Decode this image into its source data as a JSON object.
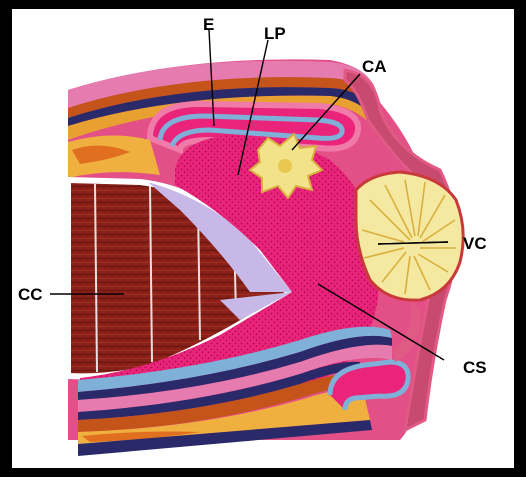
{
  "figure": {
    "labels": {
      "e": "E",
      "lp": "LP",
      "ca": "CA",
      "vc": "VC",
      "cc": "CC",
      "cs": "CS"
    },
    "colors": {
      "frame": "#000000",
      "mucosa_pink": "#e9247a",
      "stipple": "#b00a4e",
      "epithelium_light": "#f07aa8",
      "blue_layer": "#7fb0d8",
      "navy_layer": "#2a2a6a",
      "brown_layer": "#c4541a",
      "orange_layer": "#e8a030",
      "muscle_red": "#8a2018",
      "lavender": "#c7b8e8",
      "yellow_tuft": "#f2e28a"
    }
  }
}
